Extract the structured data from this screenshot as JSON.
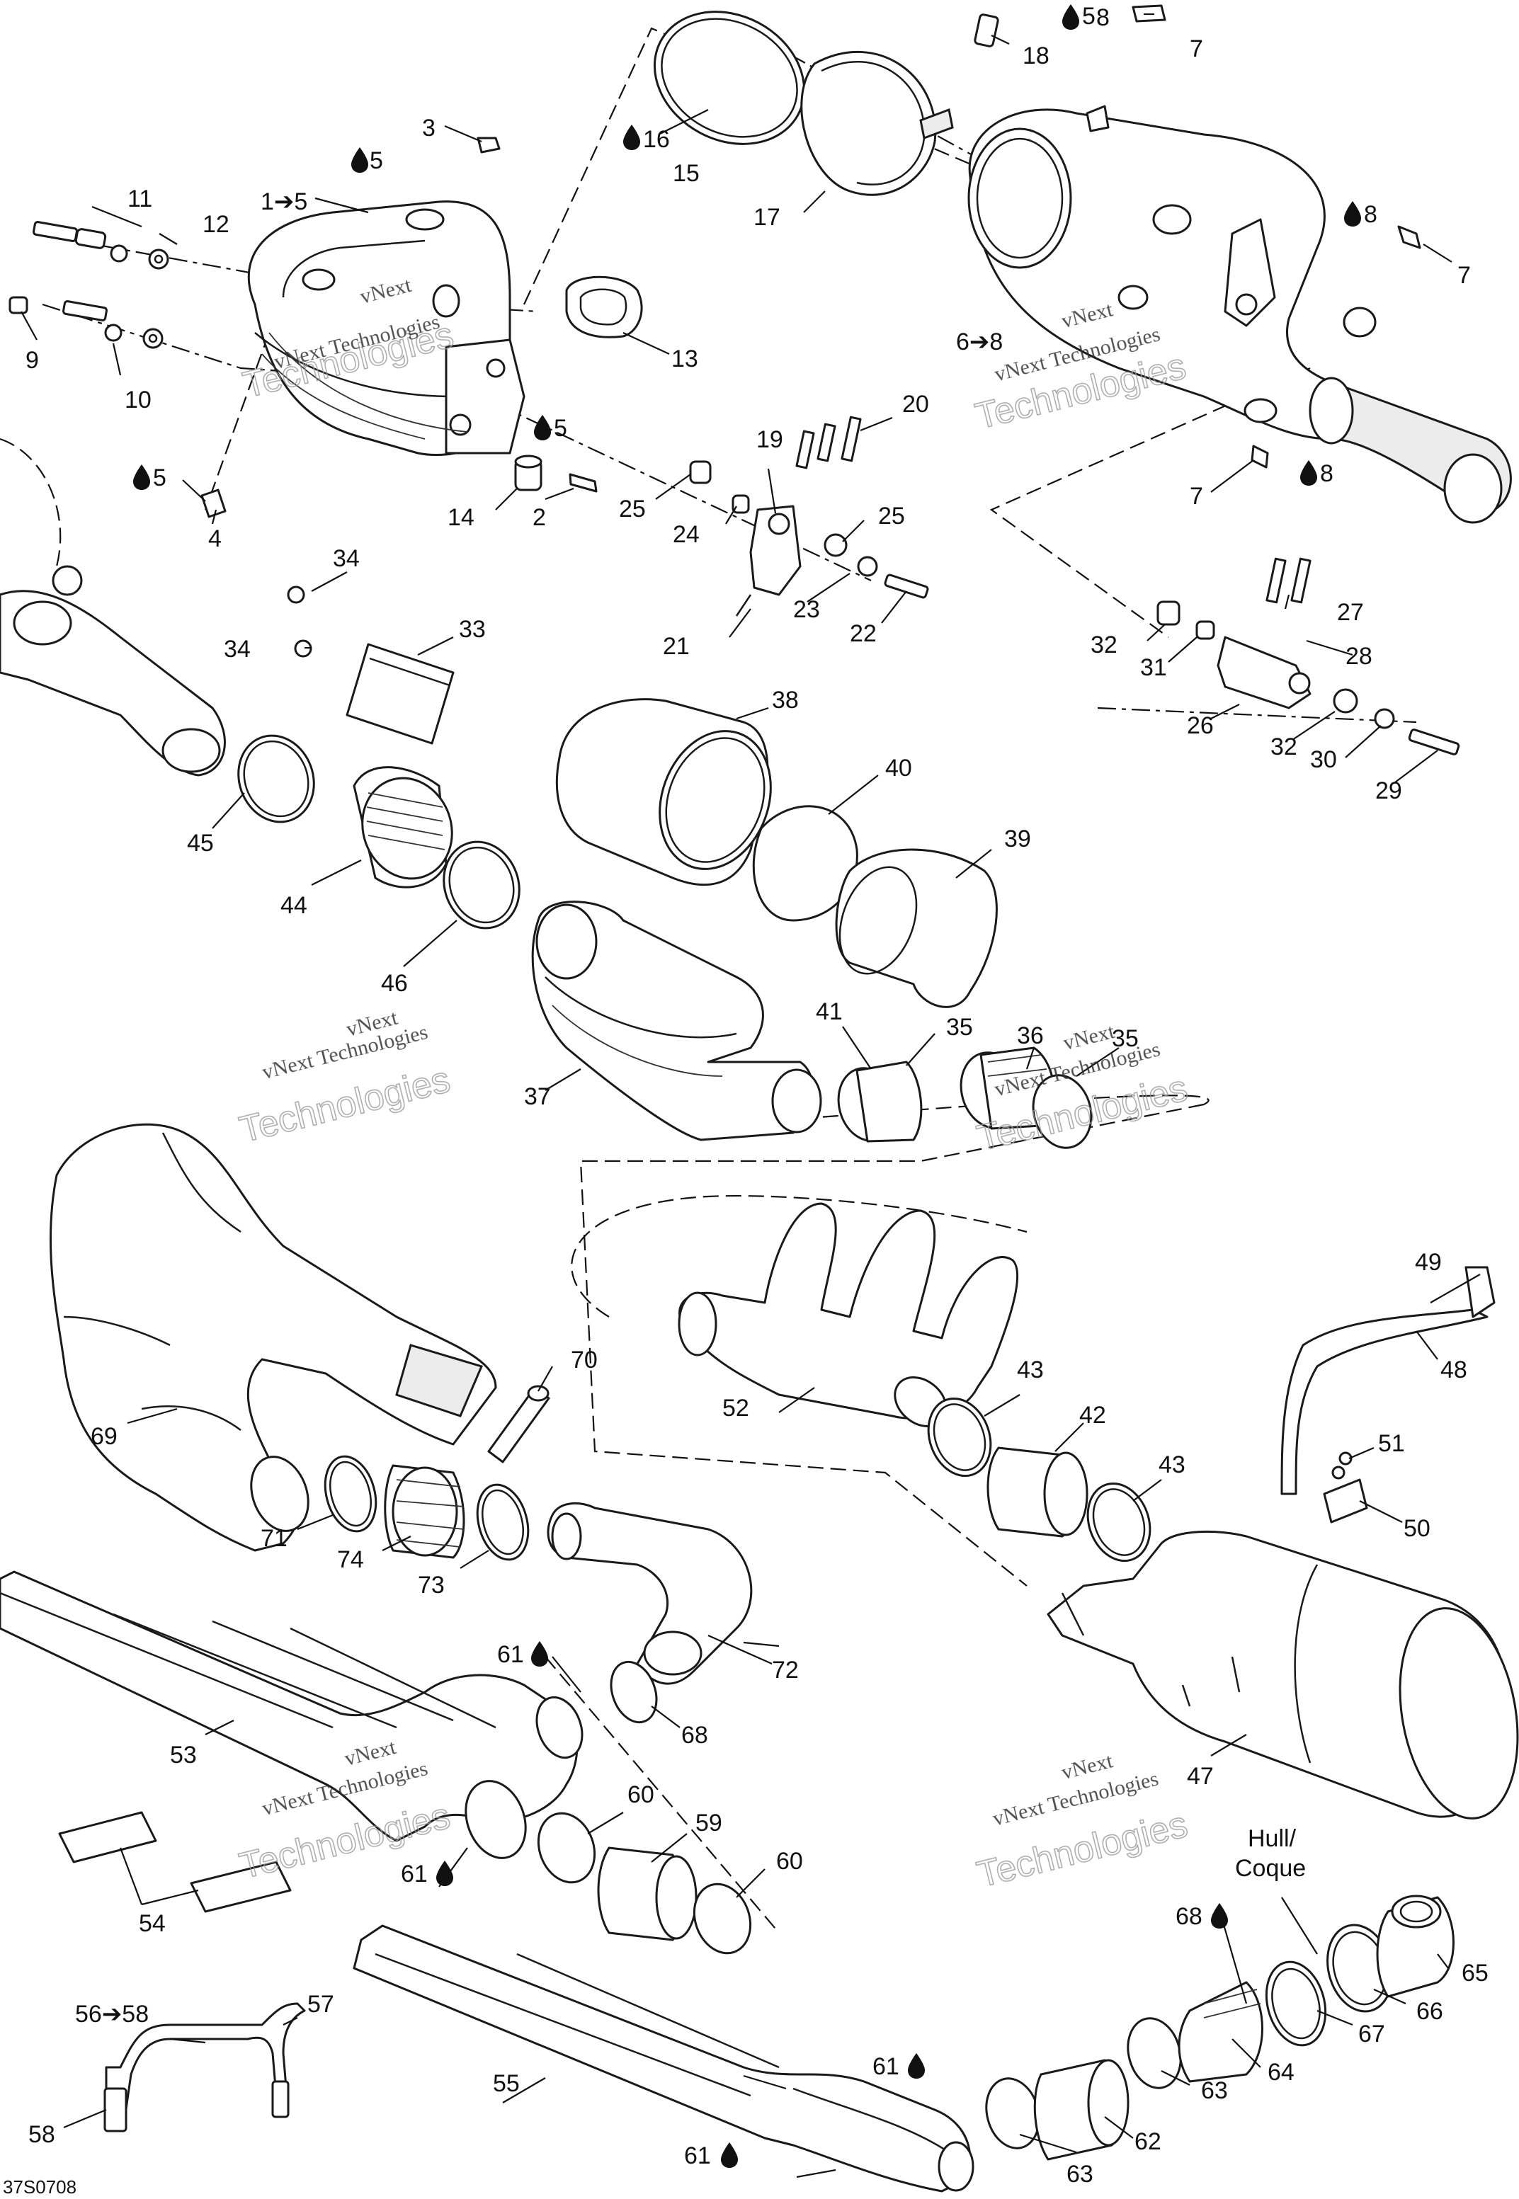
{
  "diagram_code": "37S0708",
  "watermark": {
    "line1": "vNext",
    "line2": "Technologies",
    "line3": "vNext Technologies"
  },
  "hull_label": "Hull/",
  "coque_label": "Coque",
  "callouts": [
    "1➔5",
    "2",
    "3",
    "4",
    "5",
    "5",
    "5",
    "5",
    "6➔8",
    "7",
    "7",
    "7",
    "8",
    "8",
    "8",
    "9",
    "10",
    "11",
    "12",
    "13",
    "14",
    "15",
    "16",
    "17",
    "18",
    "19",
    "20",
    "21",
    "22",
    "23",
    "24",
    "25",
    "25",
    "26",
    "27",
    "28",
    "29",
    "30",
    "31",
    "32",
    "32",
    "33",
    "34",
    "34",
    "35",
    "35",
    "36",
    "37",
    "38",
    "39",
    "40",
    "41",
    "42",
    "43",
    "43",
    "44",
    "45",
    "46",
    "47",
    "48",
    "49",
    "50",
    "51",
    "52",
    "53",
    "54",
    "55",
    "56➔58",
    "57",
    "58",
    "59",
    "60",
    "60",
    "61",
    "61",
    "61",
    "61",
    "62",
    "63",
    "63",
    "64",
    "65",
    "66",
    "67",
    "68",
    "68",
    "69",
    "70",
    "71",
    "72",
    "73",
    "74"
  ]
}
